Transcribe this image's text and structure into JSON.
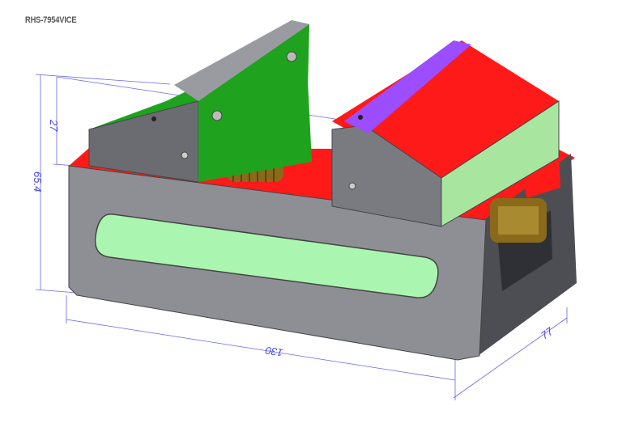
{
  "title": "RHS-7954VICE",
  "dimensions": {
    "jaw_height": "27",
    "overall_height": "65.4",
    "length": "130",
    "width": "77"
  },
  "colors": {
    "body": "#8e8f94",
    "body_dark": "#5a5b60",
    "top_surface": "#ff1a1a",
    "fixed_jaw_top": "#1fa31f",
    "moving_jaw_side": "#a8e6a0",
    "jaw_insert": "#9b4dff",
    "slot": "#aaf5b0",
    "screw": "#8a6a1a",
    "dimension_line": "#4444ee"
  }
}
